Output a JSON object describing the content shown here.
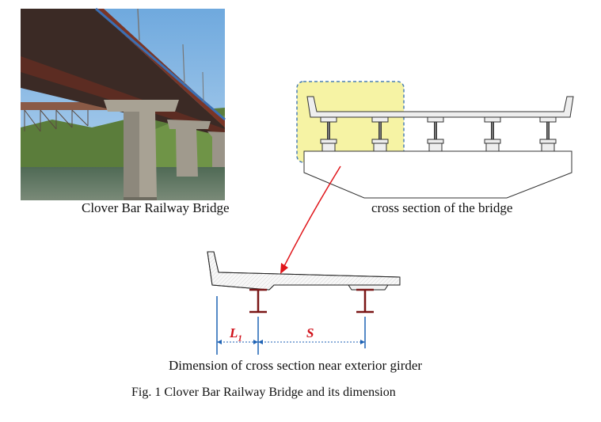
{
  "figure": {
    "photo_caption": "Clover Bar Railway Bridge",
    "section_caption": "cross section of the bridge",
    "detail_caption": "Dimension of cross section near exterior girder",
    "label_l1_base": "L",
    "label_l1_sub": "1",
    "label_s": "S",
    "figure_caption": "Fig. 1 Clover Bar Railway Bridge and its dimension"
  },
  "colors": {
    "highlight_fill": "#f6f3a4",
    "highlight_border": "#4a7fb5",
    "arrow": "#e0161b",
    "girder": "#7a1616",
    "dimension_line": "#1e62b4",
    "dimension_label": "#d0111a"
  }
}
